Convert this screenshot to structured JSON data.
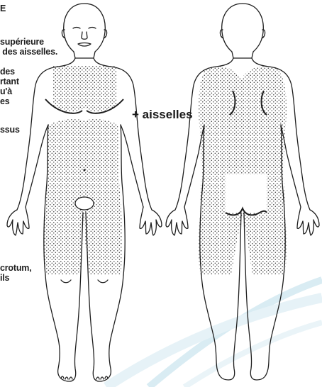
{
  "colors": {
    "outline": "#1e1e1e",
    "dot_pattern": "#3c3c3c",
    "background": "#ffffff",
    "swoosh": "#d9ecf3"
  },
  "left_text": {
    "line_e": "E",
    "block1": "supérieure\n des aisselles.",
    "block2": "des\nrtant\nu'à\nes",
    "block3": "ssus",
    "block4": "crotum,\nils"
  },
  "center_label": "+ aisselles"
}
